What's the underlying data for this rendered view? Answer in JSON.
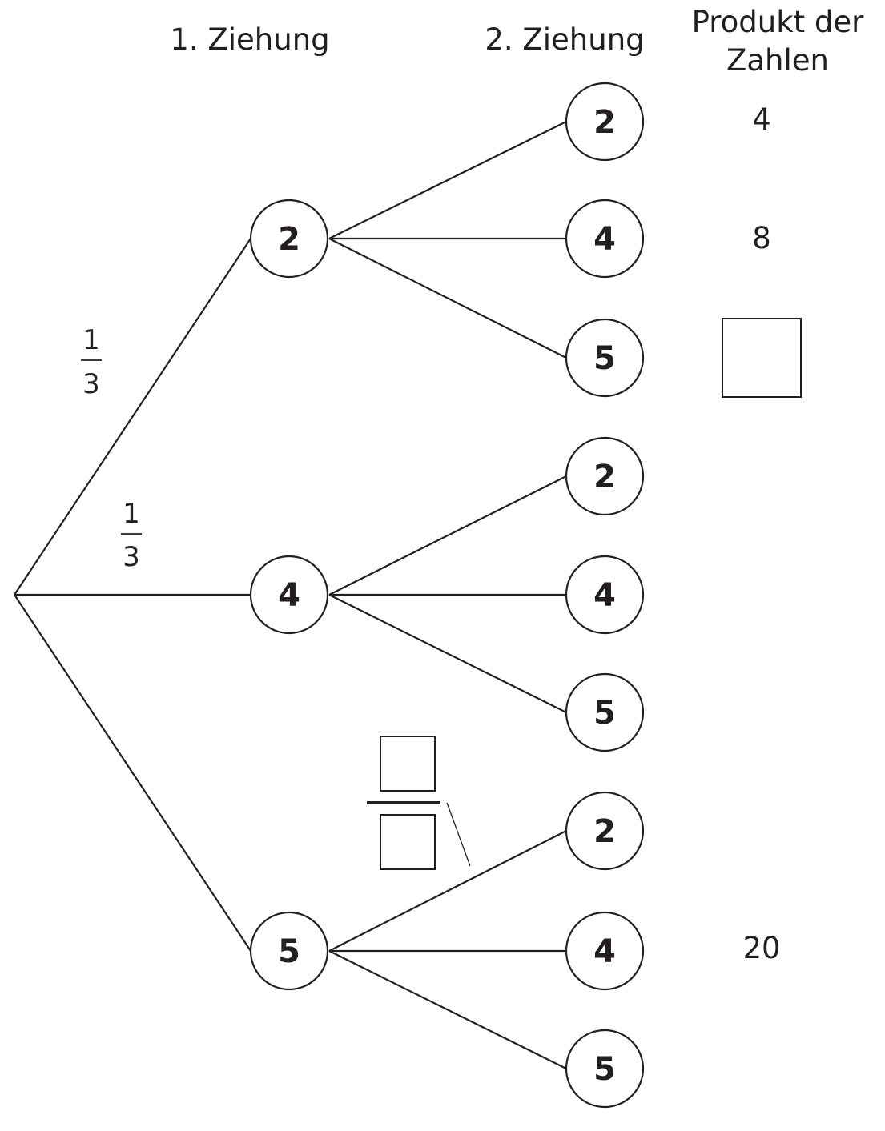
{
  "headers": {
    "draw1": "1. Ziehung",
    "draw2": "2. Ziehung",
    "product_line1": "Produkt der",
    "product_line2": "Zahlen"
  },
  "branch_probabilities": {
    "root_to_2": {
      "numerator": "1",
      "denominator": "3"
    },
    "root_to_4": {
      "numerator": "1",
      "denominator": "3"
    },
    "node5_to_2": {
      "numerator": "",
      "denominator": "",
      "blank": true
    }
  },
  "first_draw": [
    {
      "value": "2",
      "second_draw": [
        {
          "value": "2",
          "product": "4"
        },
        {
          "value": "4",
          "product": "8"
        },
        {
          "value": "5",
          "product": "",
          "product_blank": true
        }
      ]
    },
    {
      "value": "4",
      "second_draw": [
        {
          "value": "2",
          "product": ""
        },
        {
          "value": "4",
          "product": ""
        },
        {
          "value": "5",
          "product": ""
        }
      ]
    },
    {
      "value": "5",
      "second_draw": [
        {
          "value": "2",
          "product": ""
        },
        {
          "value": "4",
          "product": "20"
        },
        {
          "value": "5",
          "product": ""
        }
      ]
    }
  ]
}
